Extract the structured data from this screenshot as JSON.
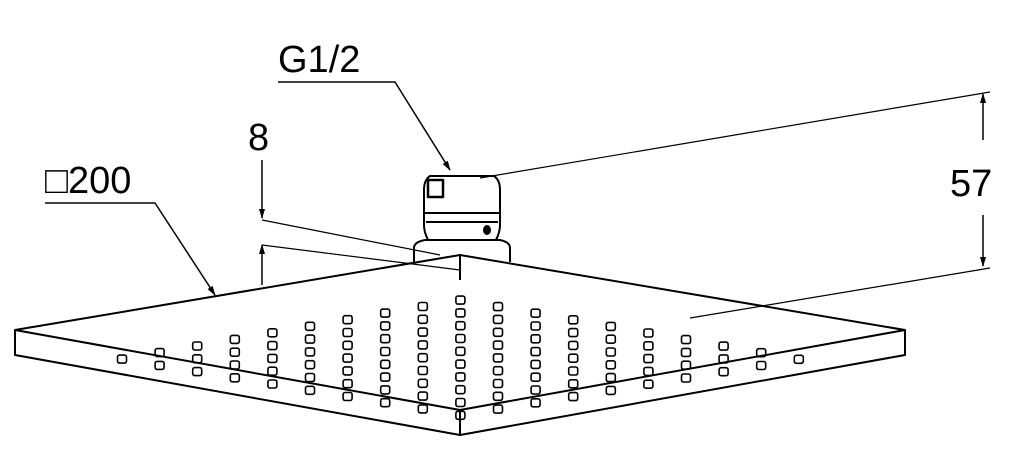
{
  "dimensions": {
    "thread": "G1/2",
    "thickness": "8",
    "size": "□200",
    "height": "57"
  }
}
